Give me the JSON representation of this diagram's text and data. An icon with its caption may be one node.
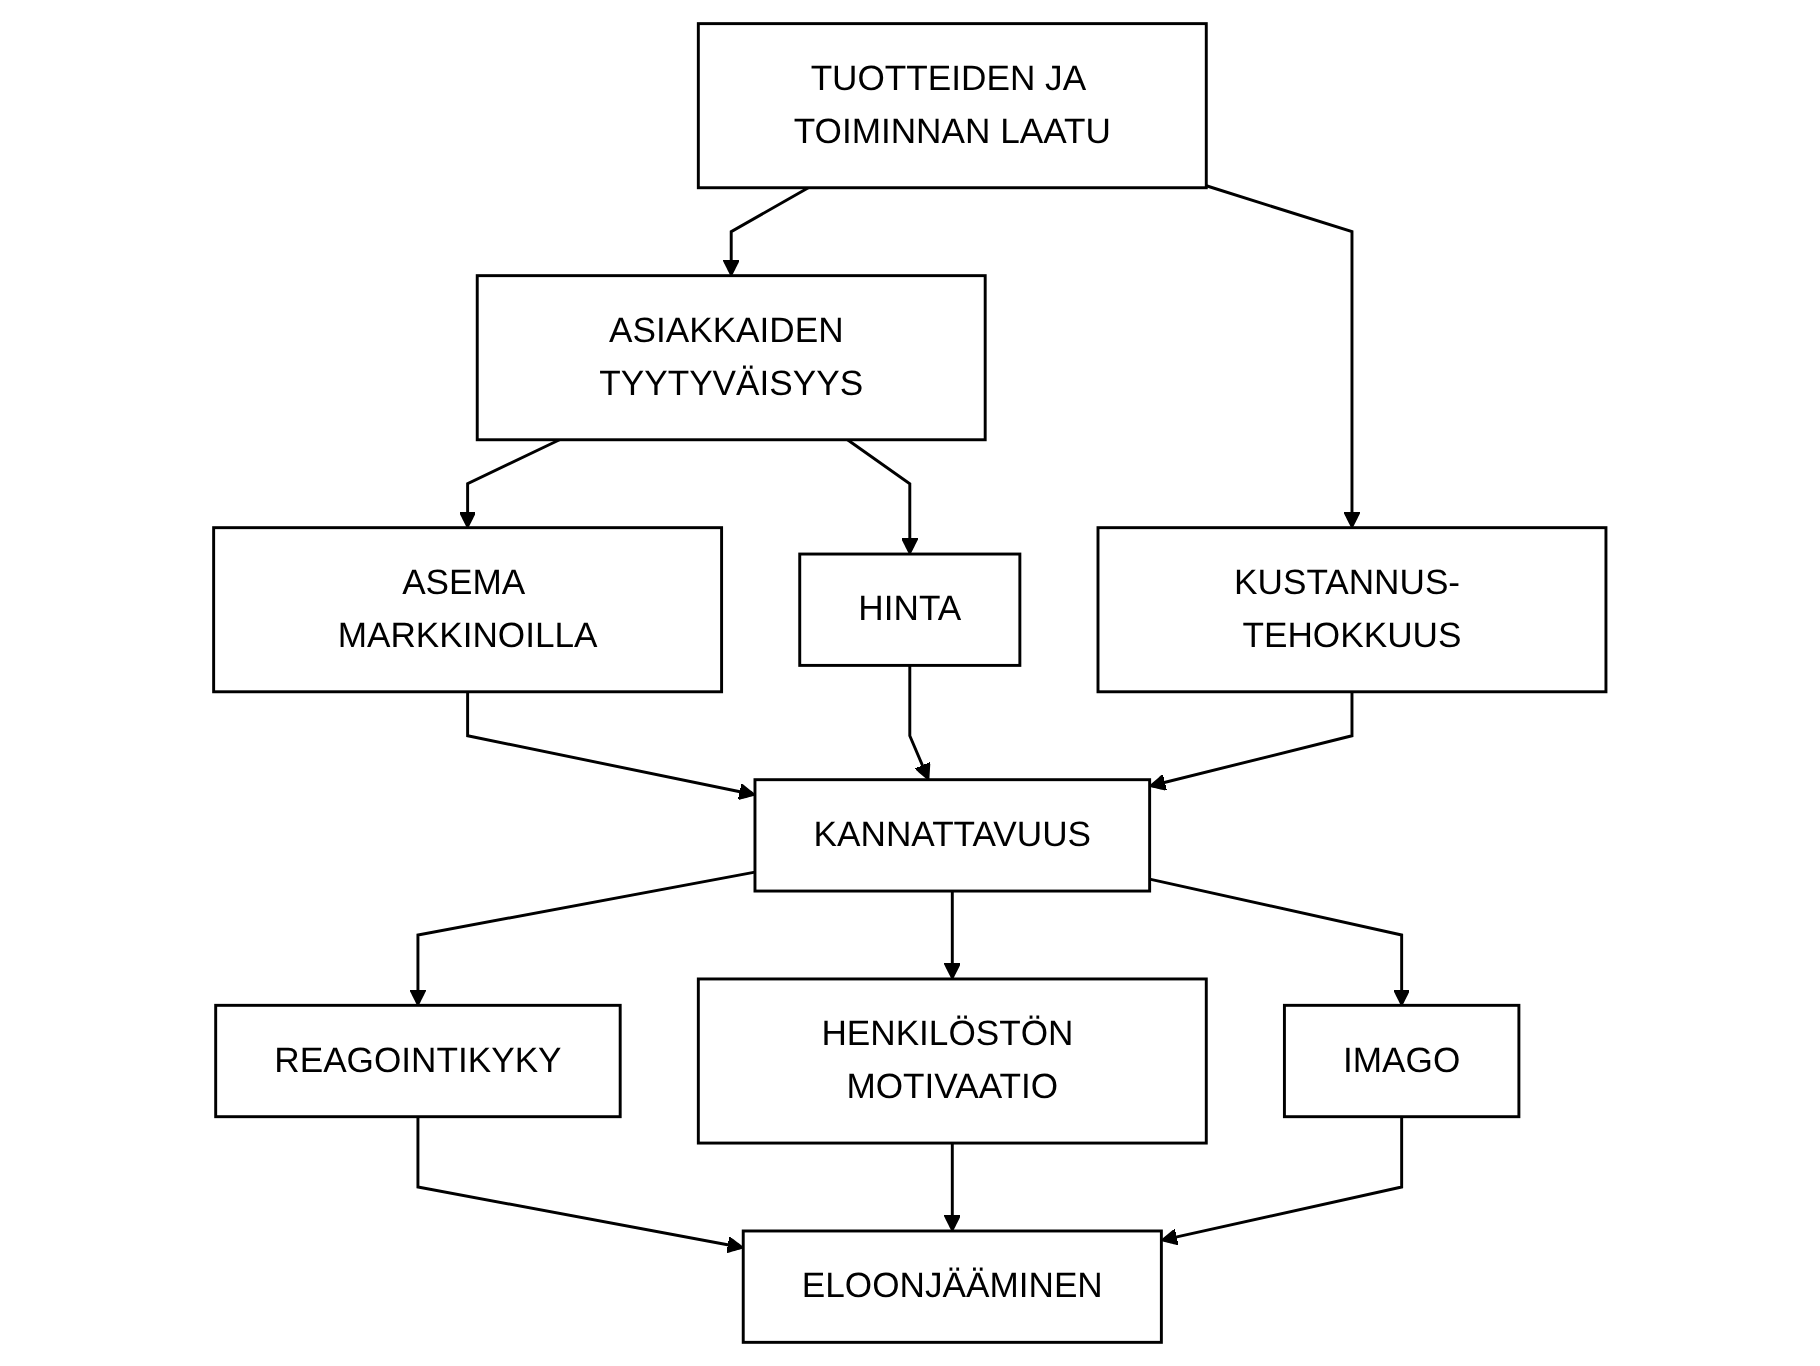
{
  "diagram": {
    "nodes": [
      {
        "text": [
          "TUOTTEIDEN JA TOIMINNAN LAATU"
        ]
      },
      {
        "text": [
          "ASIAKKAIDEN TYYTYVÄISYYS"
        ]
      },
      {
        "text": [
          "KUSTANNUS- TEHOKKUUS"
        ]
      },
      {
        "text": [
          "ASEMA MARKKINOILLA"
        ]
      },
      {
        "text": [
          "HINTA"
        ]
      },
      {
        "text": [
          "KANNATTAVUUS"
        ]
      },
      {
        "text": [
          "REAGOINTIKYKY"
        ]
      },
      {
        "text": [
          "HENKILÖSTÖN MOTIVAATIO"
        ]
      },
      {
        "text": [
          "IMAGO"
        ]
      },
      {
        "text": [
          "ELOONJÄÄMINEN"
        ]
      }
    ],
    "edges": [
      {
        "from": 0,
        "to": 1,
        "arrow": "to"
      },
      {
        "from": 0,
        "to": 2,
        "arrow": "to"
      },
      {
        "from": 1,
        "to": 3,
        "arrow": "to"
      },
      {
        "from": 1,
        "to": 4,
        "arrow": "to"
      },
      {
        "from": 3,
        "to": 5,
        "arrow": "to"
      },
      {
        "from": 4,
        "to": 5,
        "arrow": "to"
      },
      {
        "from": 2,
        "to": 5,
        "arrow": "to"
      },
      {
        "from": 5,
        "to": 6,
        "arrow": "to"
      },
      {
        "from": 5,
        "to": 7,
        "arrow": "to"
      },
      {
        "from": 5,
        "to": 8,
        "arrow": "to"
      },
      {
        "from": 6,
        "to": 9,
        "arrow": "to"
      },
      {
        "from": 7,
        "to": 9,
        "arrow": "to"
      },
      {
        "from": 8,
        "to": 9,
        "arrow": "to"
      }
    ]
  }
}
